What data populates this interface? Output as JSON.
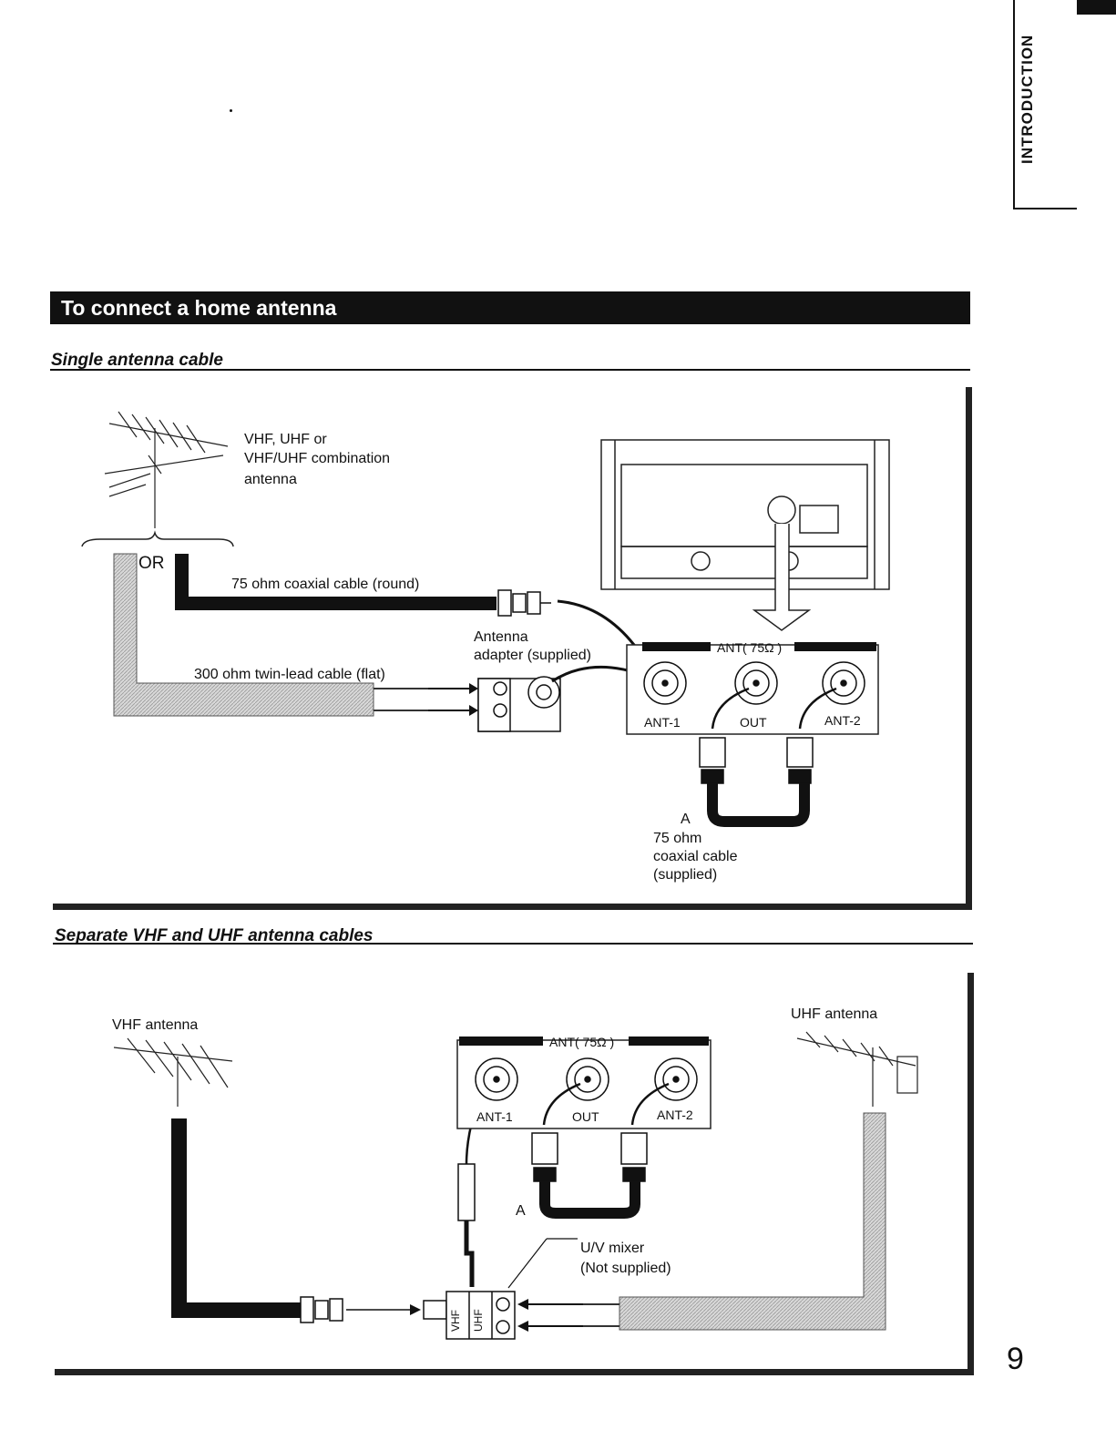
{
  "side_tab": {
    "label": "INTRODUCTION"
  },
  "section": {
    "title": "To connect a home antenna"
  },
  "single": {
    "subtitle": "Single antenna cable",
    "antenna_label_1": "VHF, UHF or",
    "antenna_label_2": "VHF/UHF combination",
    "antenna_label_3": "antenna",
    "or_label": "OR",
    "coax_label": "75 ohm coaxial cable (round)",
    "twin_label": "300 ohm twin-lead cable (flat)",
    "adapter_label_1": "Antenna",
    "adapter_label_2": "adapter (supplied)",
    "panel_label": "ANT( 75Ω )",
    "ant1_label": "ANT-1",
    "out_label": "OUT",
    "ant2_label": "ANT-2",
    "cable_letter": "A",
    "supplied_cable_1": "75 ohm",
    "supplied_cable_2": "coaxial cable",
    "supplied_cable_3": "(supplied)"
  },
  "separate": {
    "subtitle": "Separate VHF and UHF antenna cables",
    "vhf_antenna_label": "VHF antenna",
    "uhf_antenna_label": "UHF antenna",
    "panel_label": "ANT( 75Ω )",
    "ant1_label": "ANT-1",
    "out_label": "OUT",
    "ant2_label": "ANT-2",
    "cable_letter": "A",
    "mixer_label_1": "U/V mixer",
    "mixer_label_2": "(Not supplied)",
    "mixer_vhf": "VHF",
    "mixer_uhf": "UHF"
  },
  "page_number": "9"
}
